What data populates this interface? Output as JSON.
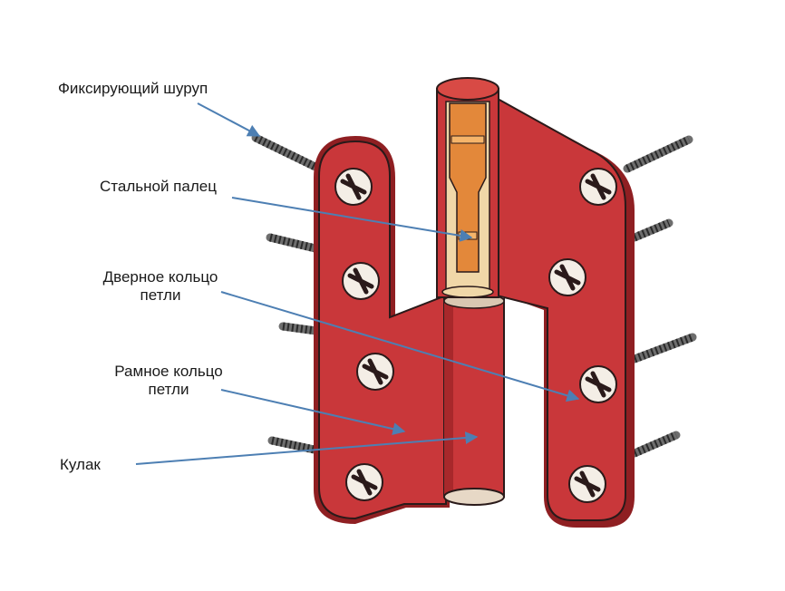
{
  "labels": {
    "fixing_screw": "Фиксирующий шуруп",
    "steel_pin": "Стальной палец",
    "door_ring": {
      "line1": "Дверное кольцо",
      "line2": "петли"
    },
    "frame_ring": {
      "line1": "Рамное кольцо",
      "line2": "петли"
    },
    "cam": "Кулак"
  },
  "colors": {
    "hinge_red": "#c9373a",
    "hinge_dark": "#8f1f22",
    "pin_orange": "#e3883a",
    "arrow_blue": "#4d7fb3",
    "screw_grey": "#6e6e6e",
    "outline": "#2a1a1a"
  }
}
